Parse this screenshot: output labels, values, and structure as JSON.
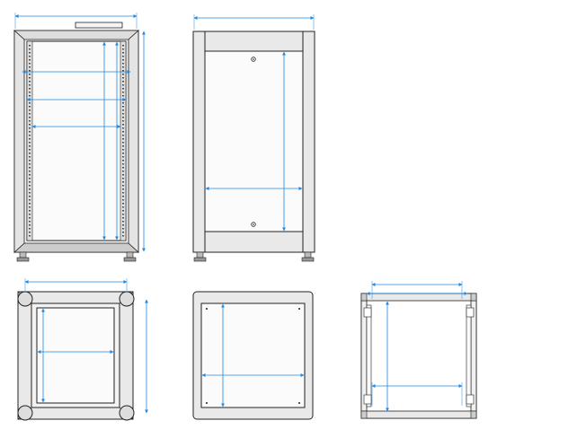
{
  "colors": {
    "background": "#ffffff",
    "outline": "#222222",
    "frame_fill": "#e9e9e9",
    "panel_fill": "#f4f4f4",
    "dimension": "#1e88e5",
    "rail_dots": "#444444"
  },
  "views": [
    {
      "id": "front",
      "label": ""
    },
    {
      "id": "side",
      "label": ""
    },
    {
      "id": "top",
      "label": ""
    },
    {
      "id": "bottom",
      "label": ""
    },
    {
      "id": "plan",
      "label": ""
    }
  ]
}
